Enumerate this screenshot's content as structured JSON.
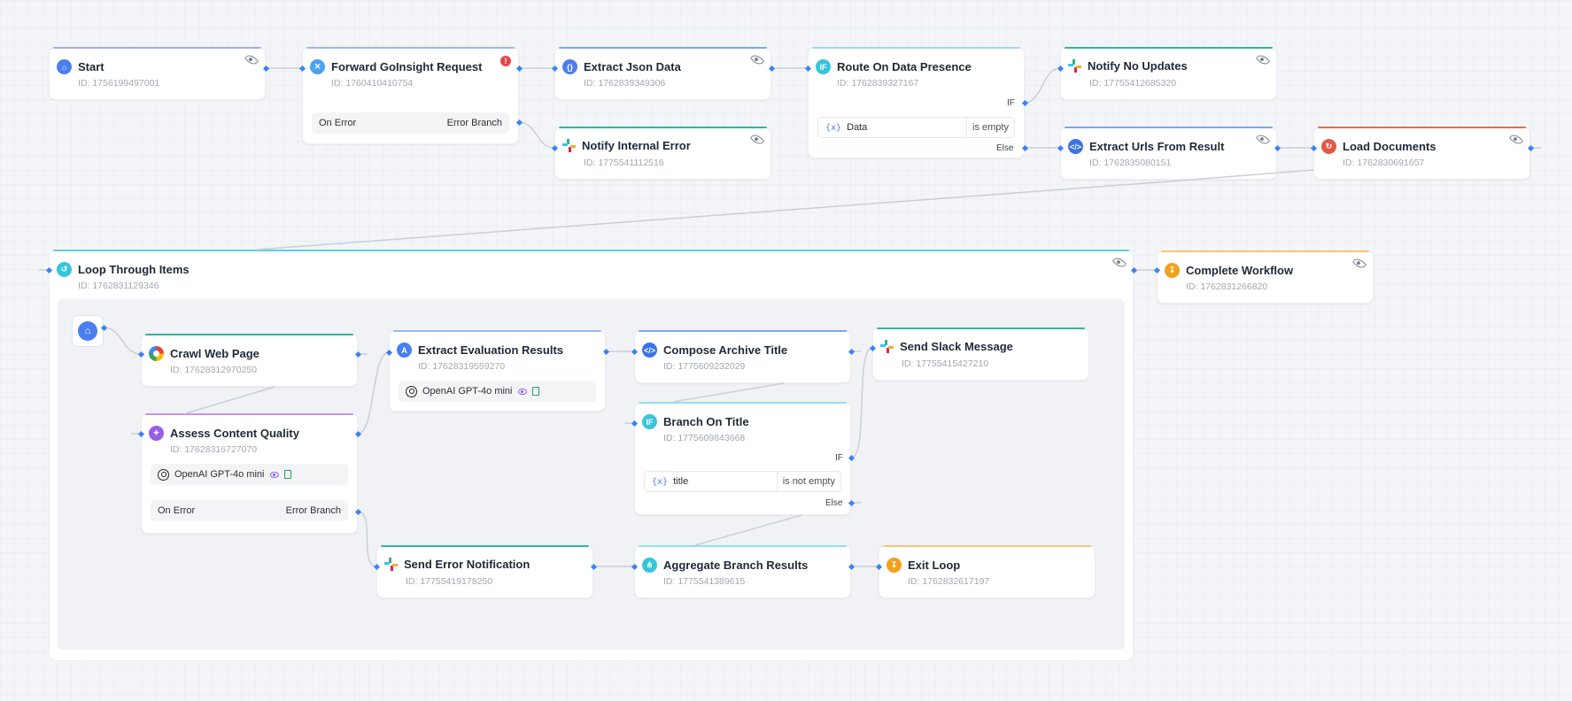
{
  "nodes": {
    "start": {
      "title": "Start",
      "id": "ID: 1756199497001"
    },
    "forward": {
      "title": "Forward GoInsight Request",
      "id": "ID: 1760410410754",
      "on_error": "On Error",
      "error_branch": "Error Branch"
    },
    "extract_json": {
      "title": "Extract Json Data",
      "id": "ID: 1762839349306"
    },
    "route": {
      "title": "Route On Data Presence",
      "id": "ID: 1762839327167",
      "cond_var": "Data",
      "cond_op": "is empty",
      "if_label": "IF",
      "else_label": "Else"
    },
    "notify_no_updates": {
      "title": "Notify No Updates",
      "id": "ID: 17755412685320"
    },
    "notify_internal": {
      "title": "Notify Internal Error",
      "id": "ID: 1775541112516"
    },
    "extract_urls": {
      "title": "Extract Urls From Result",
      "id": "ID: 1762835080151"
    },
    "load_docs": {
      "title": "Load Documents",
      "id": "ID: 1762830691657"
    },
    "loop": {
      "title": "Loop Through Items",
      "id": "ID: 1762831129346"
    },
    "complete": {
      "title": "Complete Workflow",
      "id": "ID: 1762831266820"
    },
    "crawl": {
      "title": "Crawl Web Page",
      "id": "ID: 17628312970250"
    },
    "assess": {
      "title": "Assess Content Quality",
      "id": "ID: 17628316727070",
      "model": "OpenAI GPT-4o mini",
      "on_error": "On Error",
      "error_branch": "Error Branch"
    },
    "extract_eval": {
      "title": "Extract Evaluation Results",
      "id": "ID: 17628319559270",
      "model": "OpenAI GPT-4o mini"
    },
    "compose": {
      "title": "Compose Archive Title",
      "id": "ID: 1775609232029"
    },
    "branch": {
      "title": "Branch On Title",
      "id": "ID: 1775609843668",
      "cond_var": "title",
      "cond_op": "is not empty",
      "if_label": "IF",
      "else_label": "Else"
    },
    "slack_msg": {
      "title": "Send Slack Message",
      "id": "ID: 17755415427210"
    },
    "send_error": {
      "title": "Send Error Notification",
      "id": "ID: 17755419178250"
    },
    "aggregate": {
      "title": "Aggregate Branch Results",
      "id": "ID: 1775541389615"
    },
    "exit_loop": {
      "title": "Exit Loop",
      "id": "ID: 1762832617197"
    }
  },
  "icons": {
    "start": "home-icon",
    "forward": "tools-icon",
    "extract_json": "braces-icon",
    "route": "if-icon",
    "slack": "slack-icon",
    "code": "code-icon",
    "load_docs": "document-loader-icon",
    "loop": "loop-icon",
    "complete": "end-icon",
    "crawl": "globe-icon",
    "assess": "sparkle-icon",
    "extract_eval": "ai-extract-icon",
    "aggregate": "merge-icon",
    "visibility": "eye-plus-icon",
    "warning": "error-badge-icon"
  },
  "colors": {
    "port": "#3b82f6",
    "edge": "#c9ced8",
    "accent_blue": "#4a7ff0",
    "if_cyan": "#37c5d9",
    "slack_bar": "#2fb79a",
    "code_bar": "#7aa6f2",
    "loader_red": "#e86a52",
    "end_orange": "#f1a01f",
    "ai_purple": "#9b5de5",
    "loop_bar": "#5fd0dc"
  }
}
